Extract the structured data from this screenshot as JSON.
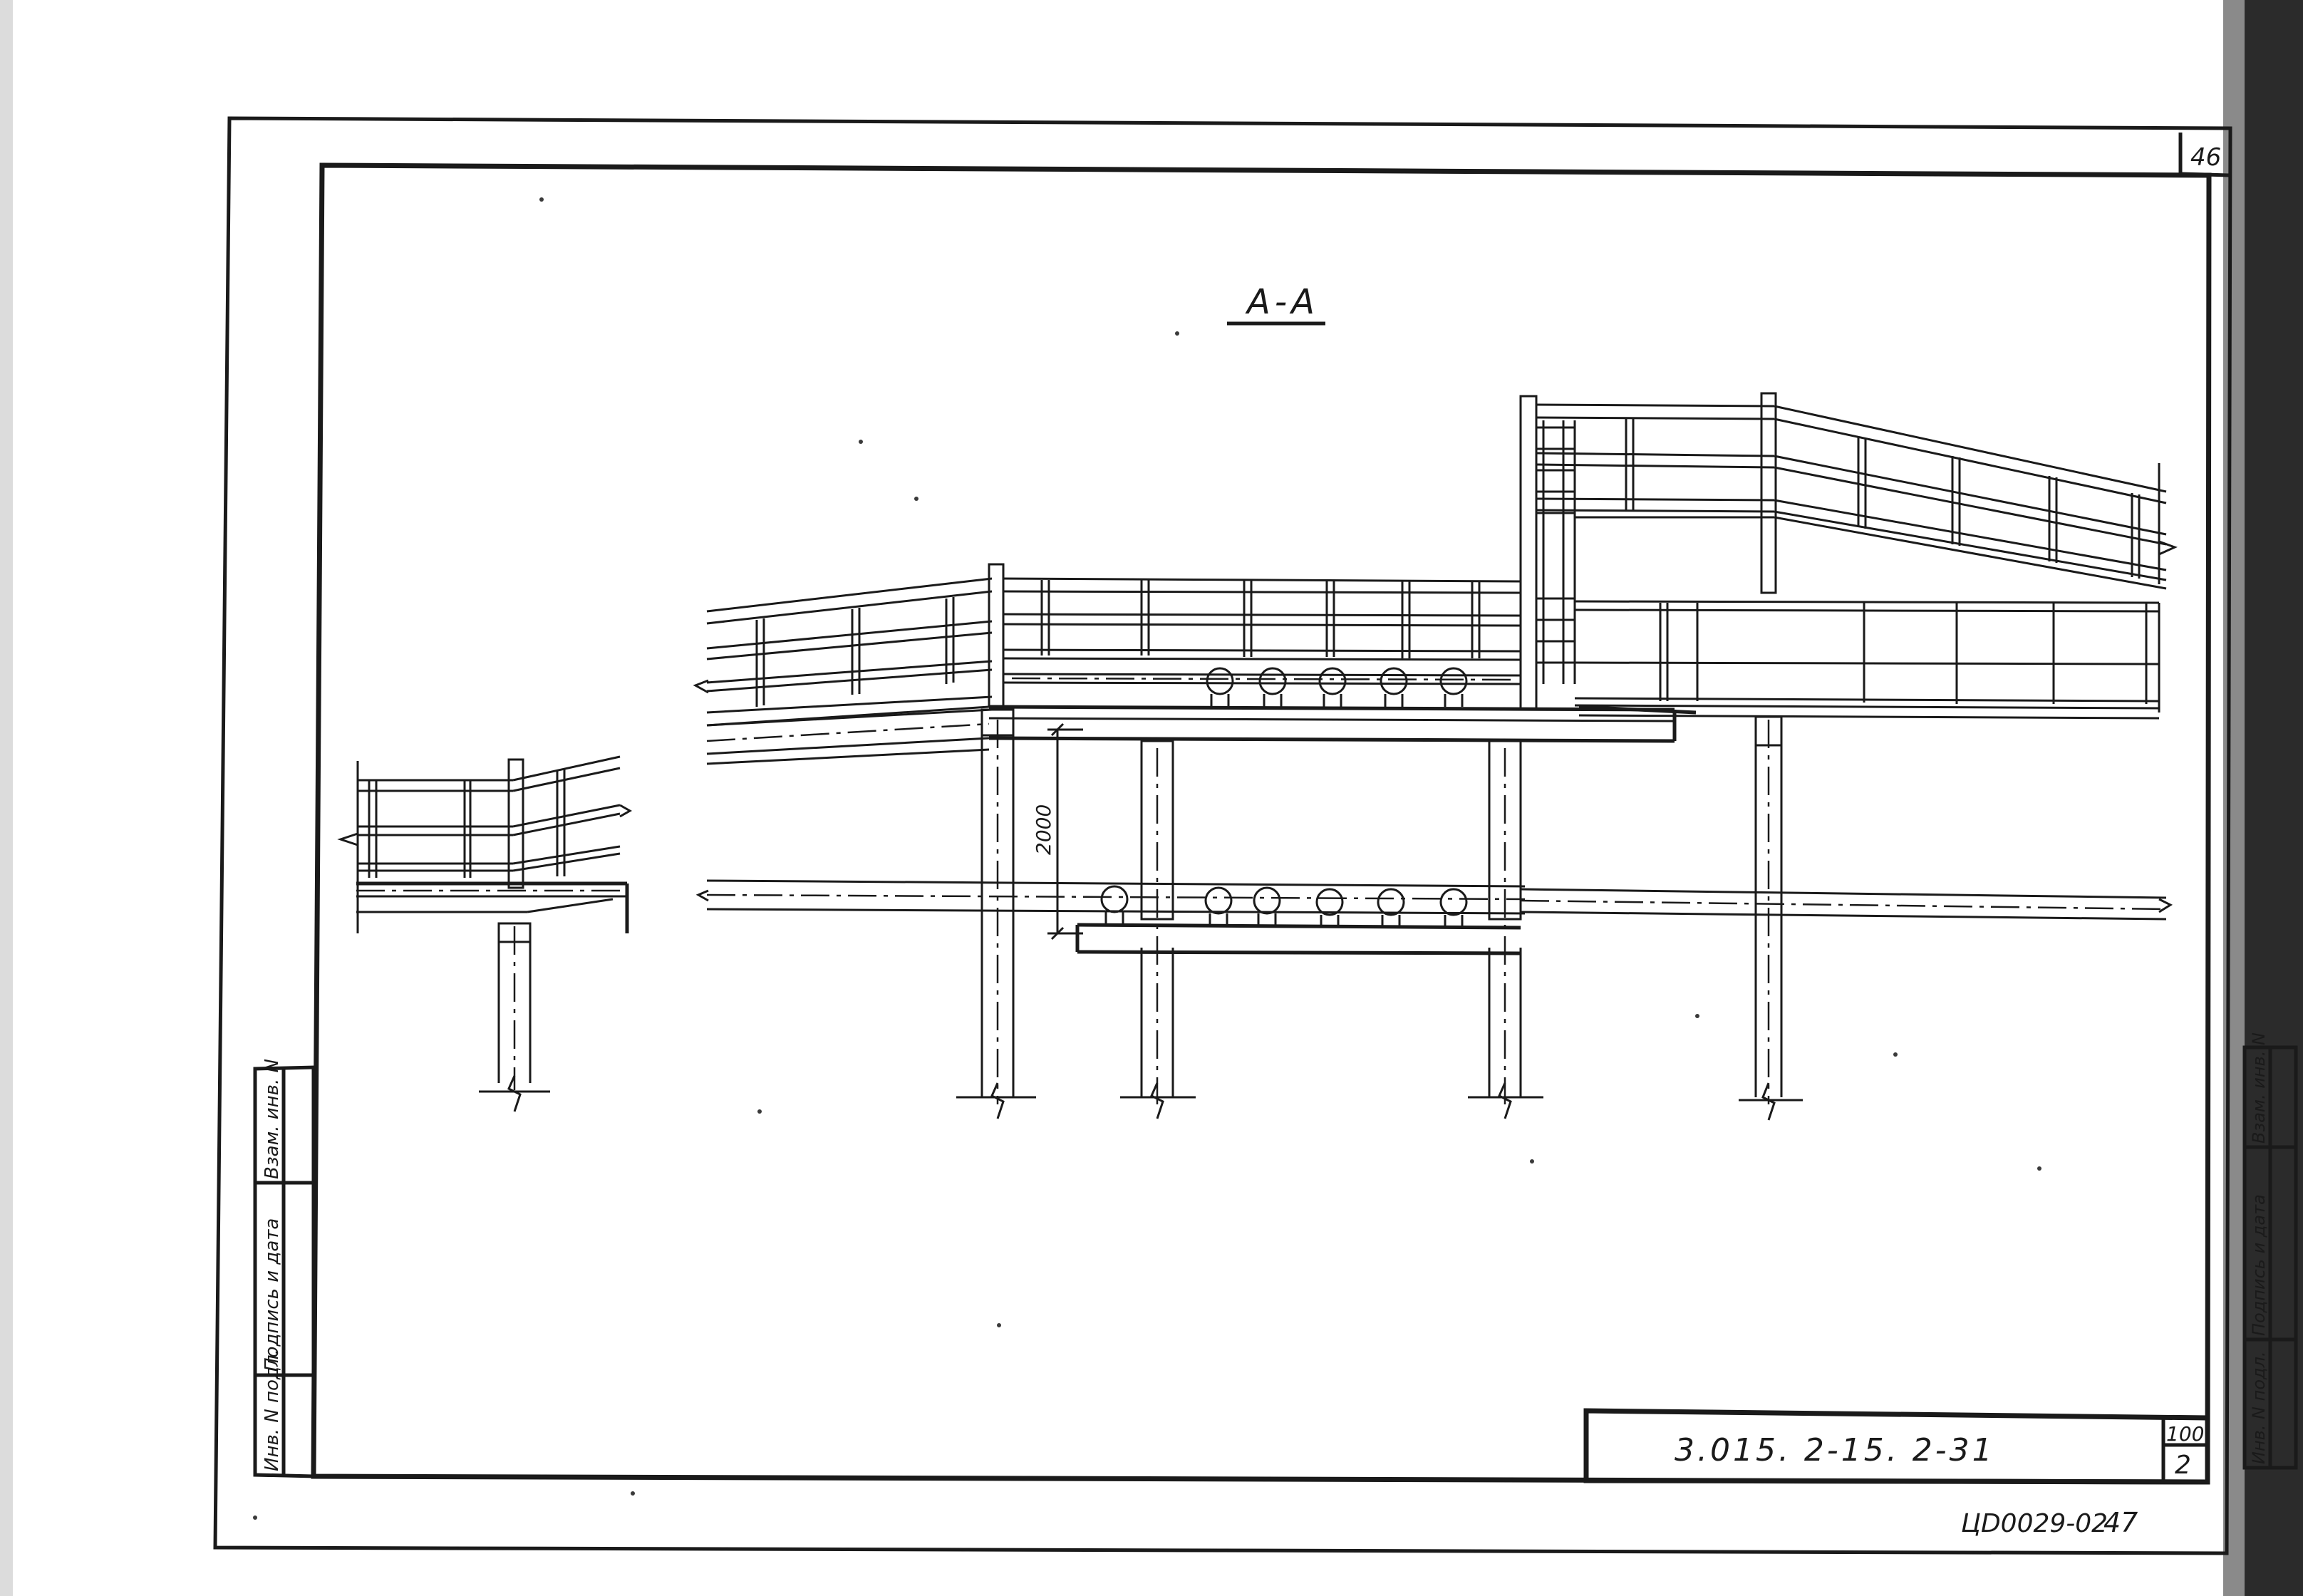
{
  "drawing": {
    "section_title": "А-А",
    "dimension_label": "2000",
    "sheet_number_corner": "46",
    "designation": "3.015. 2-15. 2-31",
    "title_block_sheet_top": "100",
    "title_block_sheet": "2",
    "archive_code": "ЦD0029-02",
    "archive_page": "47",
    "margin_stamp_labels": [
      "Инв. N подл.",
      "Подпись и дата",
      "Взам. инв. N"
    ],
    "margin_stamp_labels_right": [
      "Инв. N подл.",
      "Подпись и дата",
      "Взам. инв. N"
    ]
  }
}
